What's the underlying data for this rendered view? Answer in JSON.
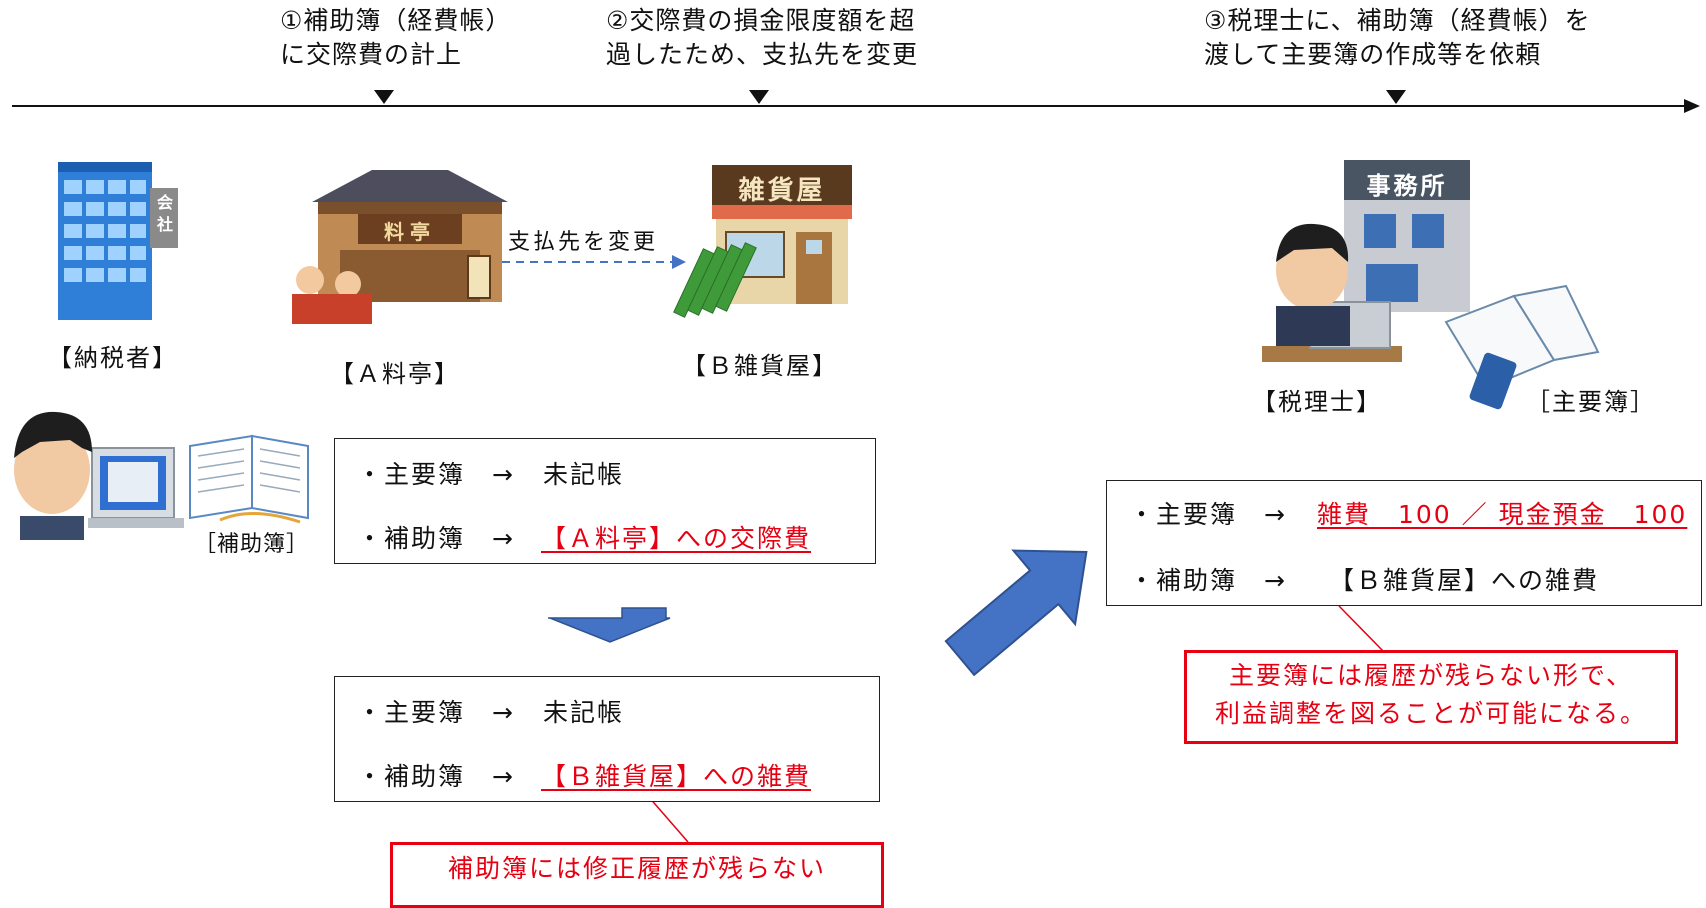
{
  "timeline": {
    "step1": [
      "①補助簿（経費帳）",
      "に交際費の計上"
    ],
    "step2": [
      "②交際費の損金限度額を超",
      "過したため、支払先を変更"
    ],
    "step3": [
      "③税理士に、補助簿（経費帳）を",
      "渡して主要簿の作成等を依頼"
    ]
  },
  "icons": {
    "company_sign": [
      "会",
      "社"
    ],
    "ryotei_sign": "料亭",
    "zakkaya_sign": "雑貨屋",
    "office_sign": "事務所"
  },
  "labels": {
    "taxpayer": "【納税者】",
    "a_ryotei": "【Ａ料亭】",
    "b_zakkaya": "【Ｂ雑貨屋】",
    "tax_accountant": "【税理士】",
    "main_book": "［主要簿］",
    "sub_book": "［補助簿］",
    "payee_change": "支払先を変更"
  },
  "box_before": {
    "main_label": "・主要簿　→",
    "main_value": "未記帳",
    "sub_label": "・補助簿　→",
    "sub_value": "【Ａ料亭】への交際費"
  },
  "box_after": {
    "main_label": "・主要簿　→",
    "main_value": "未記帳",
    "sub_label": "・補助簿　→",
    "sub_value": "【Ｂ雑貨屋】への雑費"
  },
  "box_right": {
    "main_label": "・主要簿　→",
    "main_value": "雑費　100 ／ 現金預金　100",
    "sub_label": "・補助簿　→",
    "sub_value": "【Ｂ雑貨屋】への雑費"
  },
  "callouts": {
    "sub_book_note": "補助簿には修正履歴が残らない",
    "main_book_note": [
      "主要簿には履歴が残らない形で、",
      "利益調整を図ることが可能になる。"
    ]
  },
  "colors": {
    "accent_red": "#e60012",
    "arrow_blue": "#4472c4"
  }
}
